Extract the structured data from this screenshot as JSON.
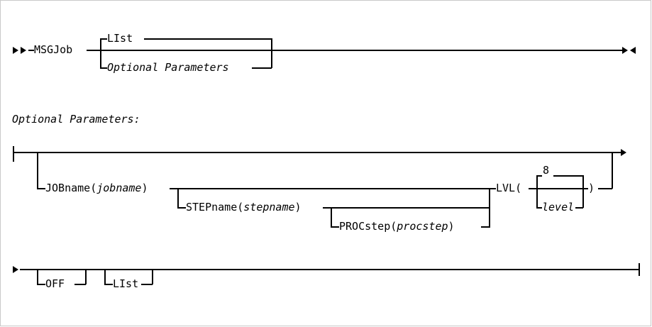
{
  "diagram": {
    "type": "railroad-syntax-diagram",
    "command": "MSGJob",
    "section_label": "Optional Parameters:",
    "markers": {
      "start": "►►",
      "end": "►◄",
      "fragment_start": "|",
      "fragment_end": "|",
      "continue_right": "►",
      "continue_left": "►"
    },
    "colors": {
      "line": "#000000",
      "text": "#000000",
      "background": "#ffffff",
      "border": "#c9c9c9"
    },
    "main_line": {
      "keyword": "MSGJob",
      "alternatives": [
        {
          "label": "LIst",
          "style": "roman",
          "default": true
        },
        {
          "label": "Optional Parameters",
          "style": "italic",
          "default": false
        }
      ]
    },
    "optional_parameters": {
      "title": "Optional Parameters:",
      "row1": {
        "branches": [
          {
            "keyword": "JOBname(",
            "variable": "jobname",
            "close": ")"
          },
          {
            "keyword": "STEPname(",
            "variable": "stepname",
            "close": ")"
          },
          {
            "keyword": "PROCstep(",
            "variable": "procstep",
            "close": ")"
          }
        ],
        "lvl": {
          "keyword": "LVL(",
          "close": ")",
          "default_value": "8",
          "variable": "level"
        }
      },
      "row2": {
        "branches": [
          {
            "label": "OFF"
          },
          {
            "label": "LIst"
          }
        ]
      }
    }
  }
}
